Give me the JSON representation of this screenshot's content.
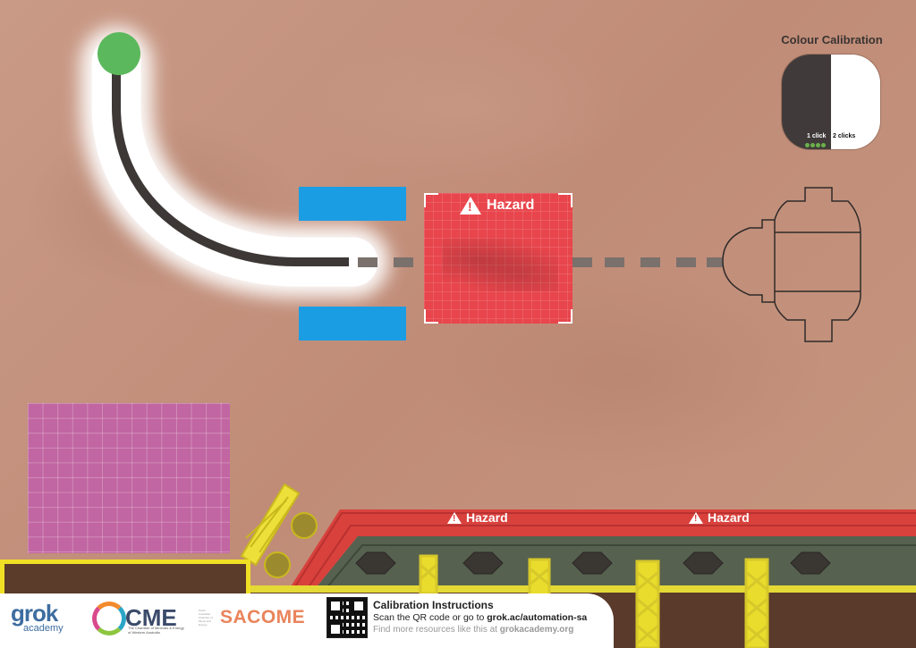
{
  "calibration_card": {
    "title": "Colour Calibration",
    "black_label": "1 click",
    "white_label": "2 clicks"
  },
  "hazards": {
    "zone_label": "Hazard",
    "conveyor_label_left": "Hazard",
    "conveyor_label_right": "Hazard"
  },
  "colors": {
    "start_marker": "#5cb85c",
    "track": "#3d3836",
    "blue_markers": "#1b9de4",
    "hazard_zone": "#e8454c",
    "drop_zone": "#c166a2",
    "conveyor_red": "#d9413d",
    "conveyor_green": "#56614f",
    "support_yellow": "#f0e025"
  },
  "footer": {
    "grok_logo": "grok",
    "grok_sub": "academy",
    "cme_logo": "CME",
    "cme_sub": "The Chamber of Minerals & Energy of Western Australia",
    "sacome_logo": "SACOME",
    "sacome_sub": "South Australian Chamber of Mines and Energy",
    "calibration_heading": "Calibration Instructions",
    "calibration_line1_prefix": "Scan the QR code or go to ",
    "calibration_url": "grok.ac/automation-sa",
    "calibration_line2_prefix": "Find more resources like this at ",
    "resources_url": "grokacademy.org"
  }
}
